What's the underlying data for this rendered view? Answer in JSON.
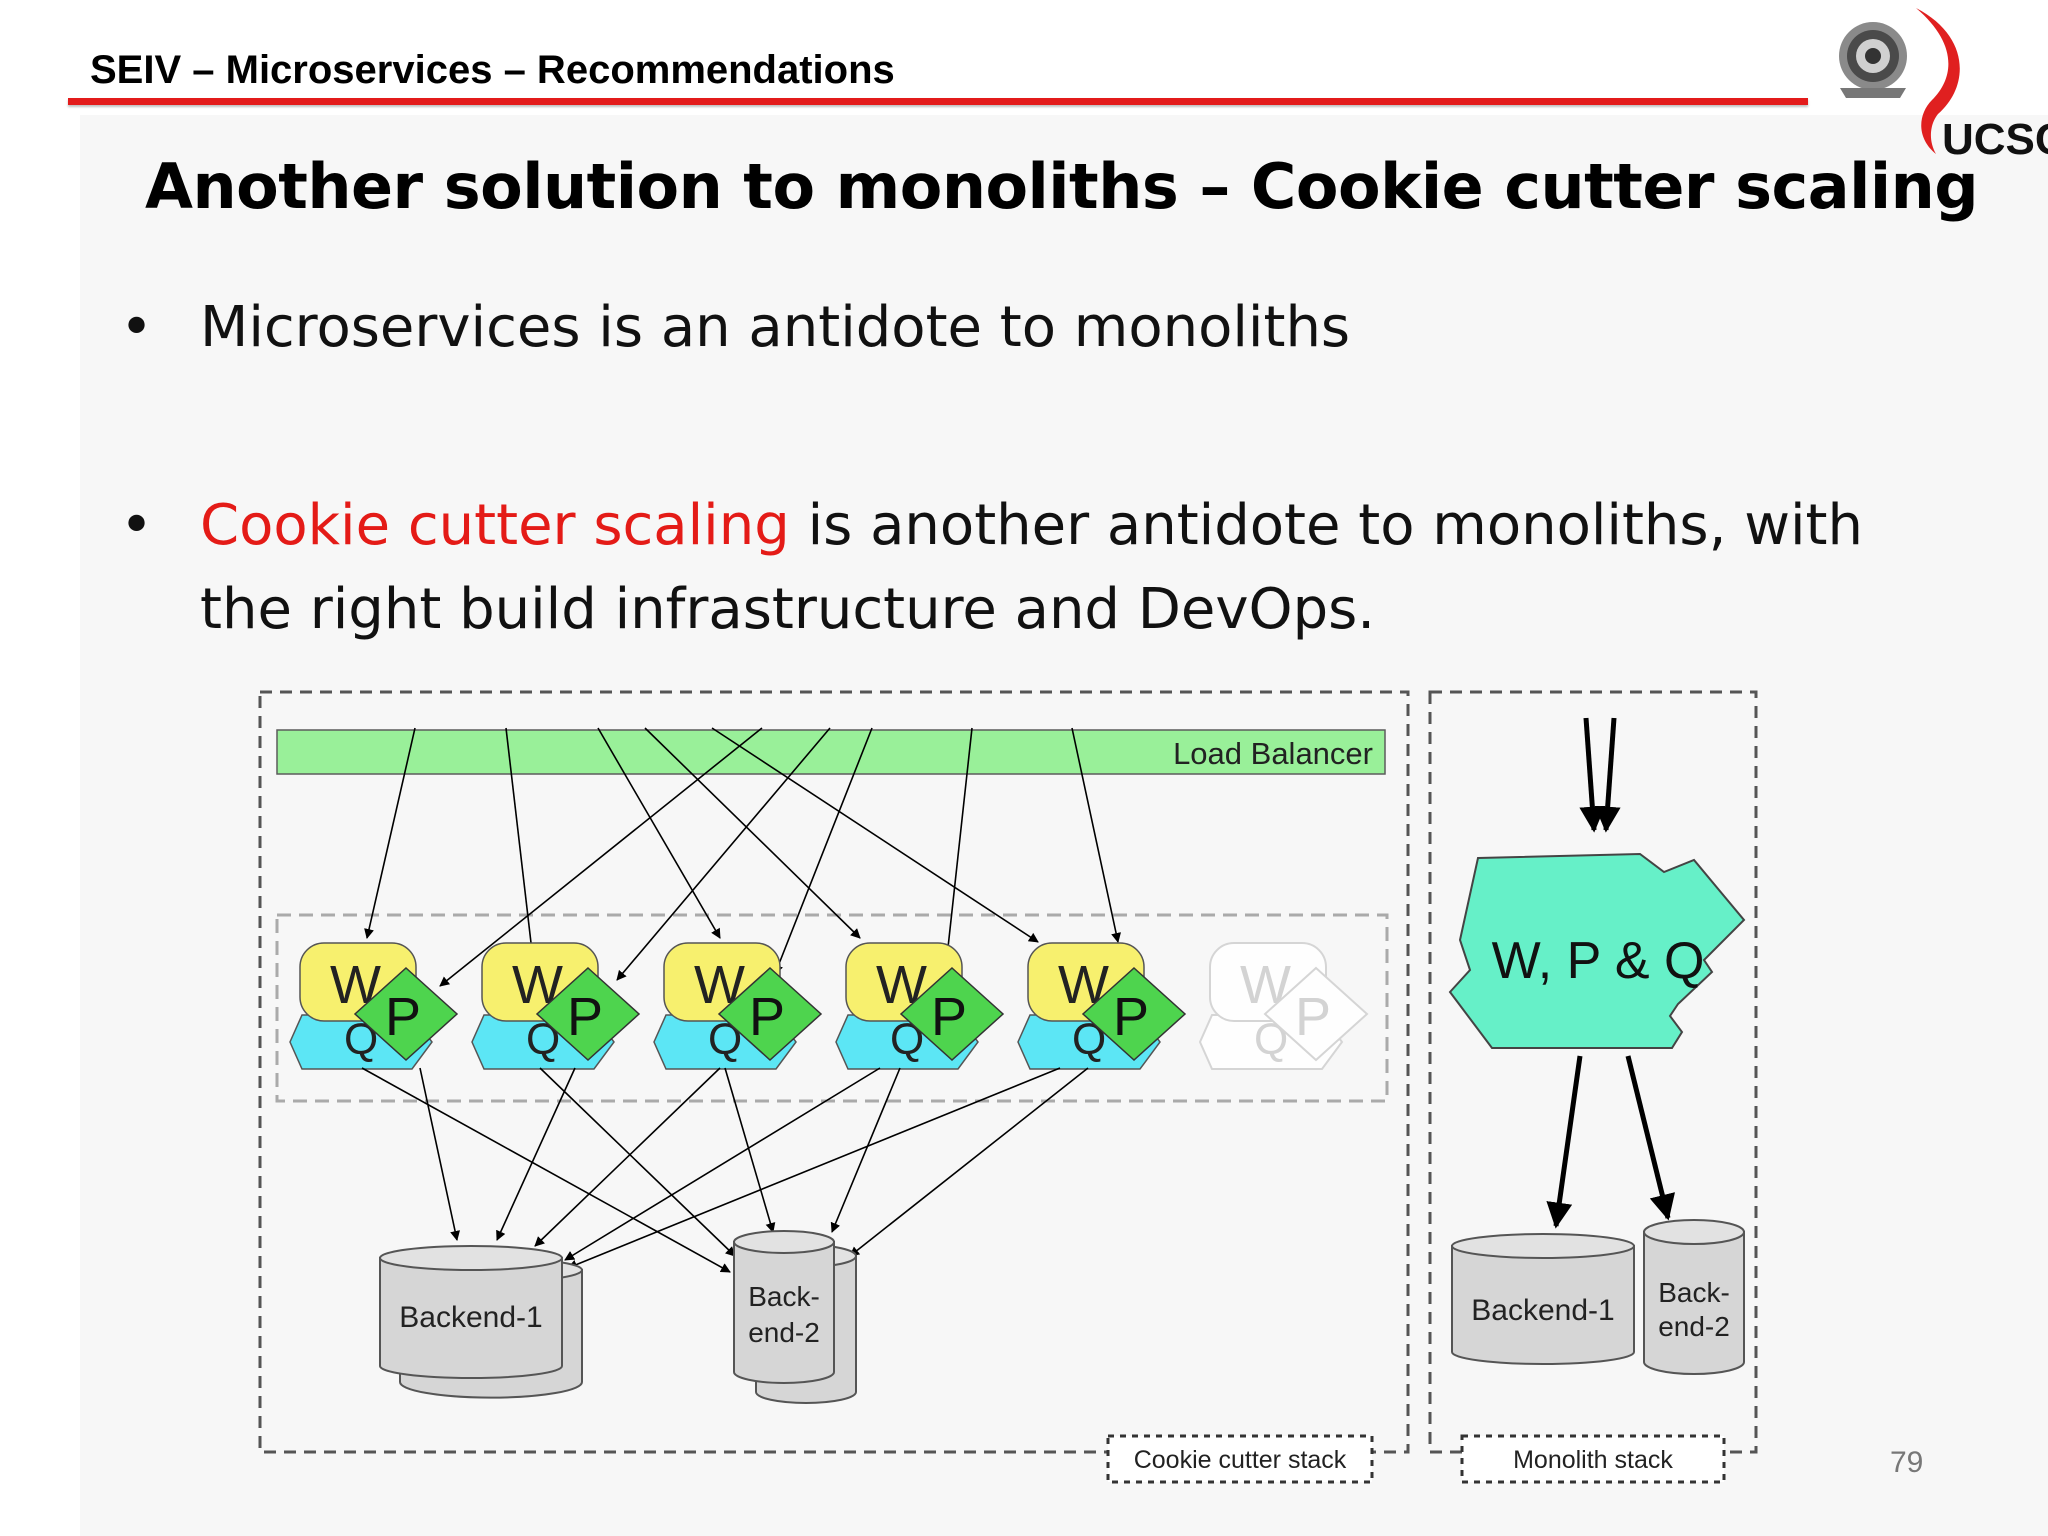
{
  "header": {
    "title": "SEIV – Microservices – Recommendations"
  },
  "logo": {
    "text": "UCSC"
  },
  "slide": {
    "title": "Another solution to monoliths – Cookie cutter scaling",
    "bullets": [
      {
        "marker": "•",
        "text": "Microservices is an antidote to monoliths"
      },
      {
        "marker": "•",
        "highlight": "Cookie cutter scaling",
        "text_line1": " is another antidote to monoliths, with",
        "text_line2": "the right build infrastructure and DevOps."
      }
    ],
    "page_number": "79"
  },
  "diagram": {
    "load_balancer": "Load Balancer",
    "instance": {
      "w": "W",
      "p": "P",
      "q": "Q"
    },
    "backend1": "Backend-1",
    "backend2_line1": "Back-",
    "backend2_line2": "end-2",
    "cookie_label": "Cookie cutter stack",
    "monolith_node": "W, P & Q",
    "monolith_backend1": "Backend-1",
    "monolith_backend2_line1": "Back-",
    "monolith_backend2_line2": "end-2",
    "monolith_label": "Monolith stack"
  },
  "colors": {
    "header_rule": "#e31b1b",
    "highlight_text": "#e41b17",
    "load_balancer": "#99f099",
    "w_node": "#f7f06e",
    "q_node": "#5ce6f5",
    "p_node": "#4ed44e",
    "monolith_node": "#66f0c8",
    "backend": "#d6d6d6"
  }
}
